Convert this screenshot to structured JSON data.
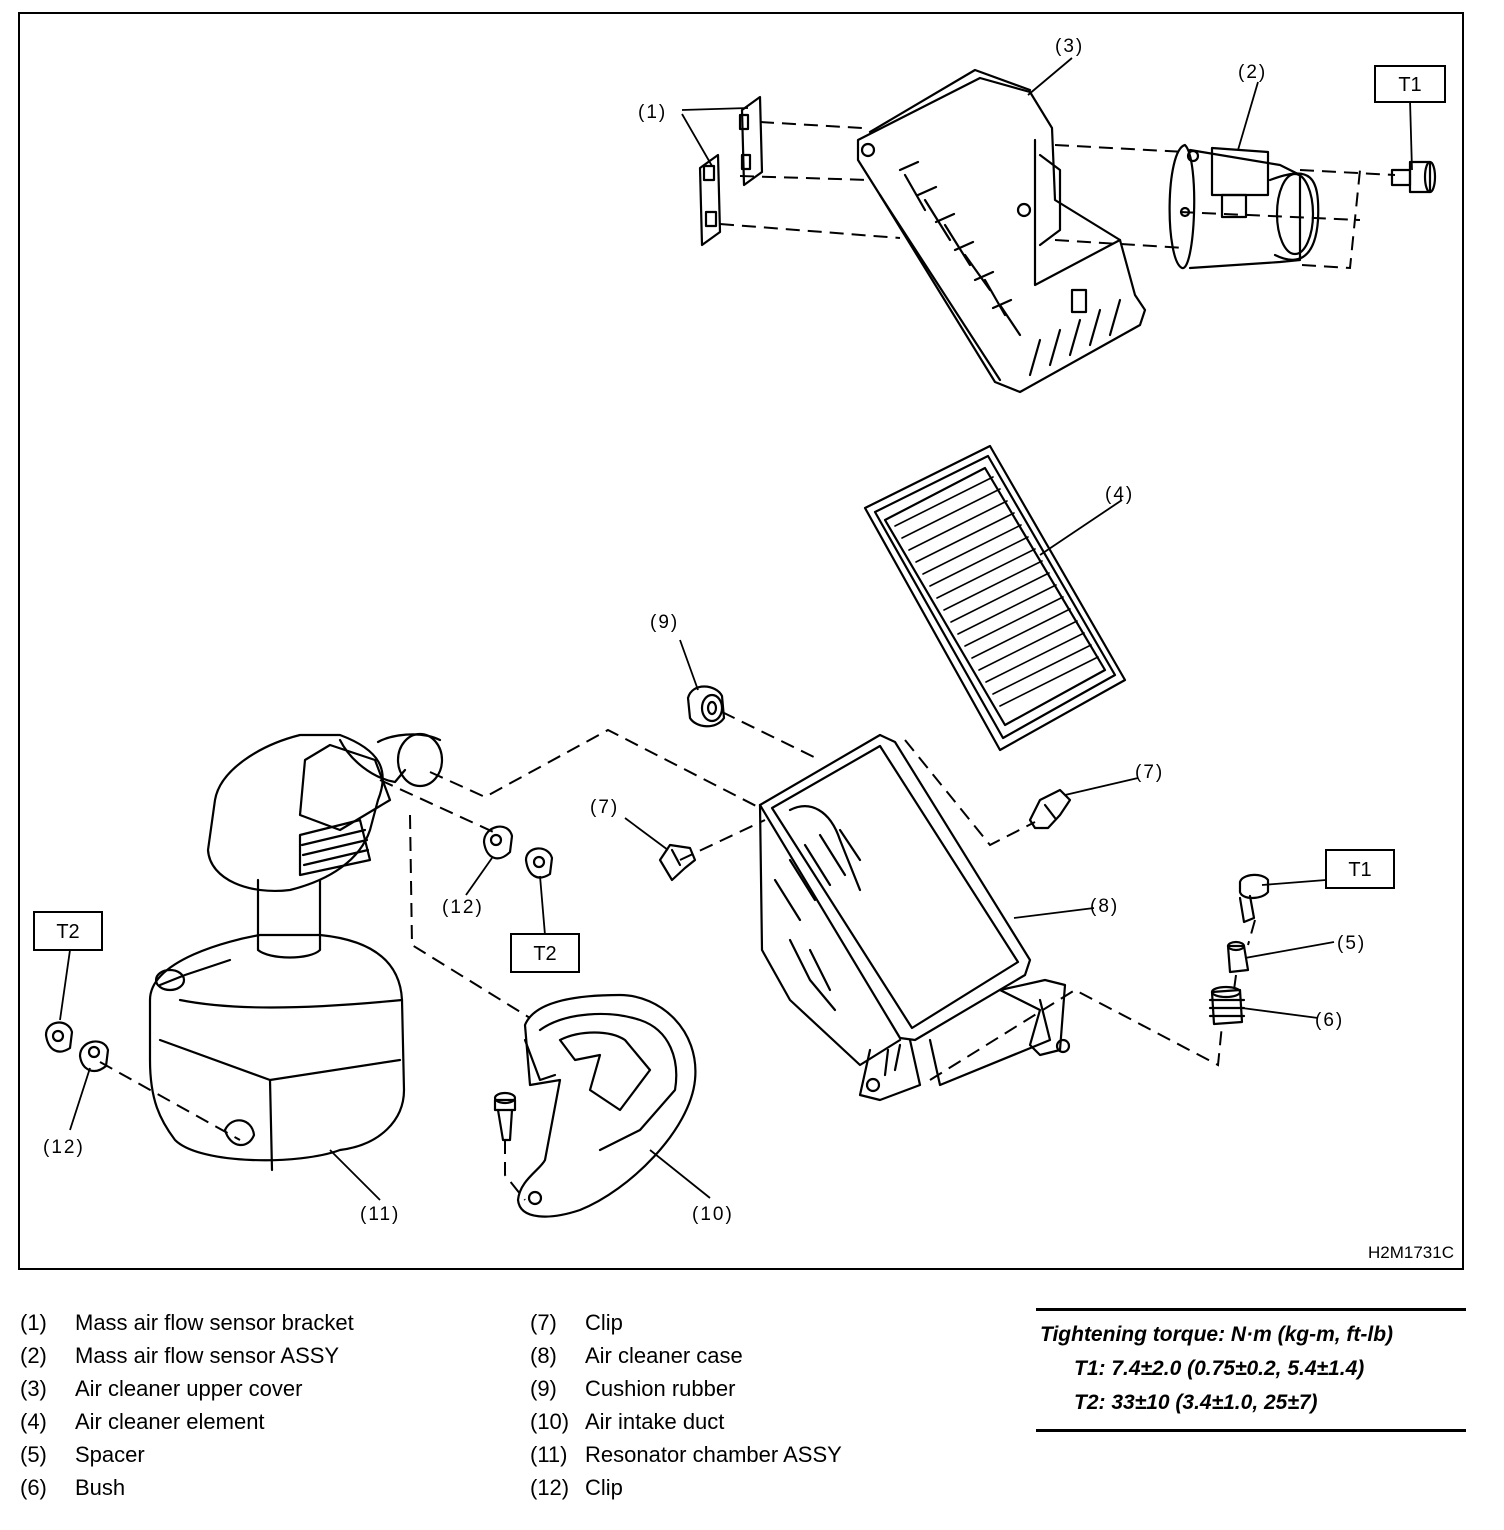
{
  "diagram": {
    "callouts": {
      "c1": "(1)",
      "c2": "(2)",
      "c3": "(3)",
      "c4": "(4)",
      "c5": "(5)",
      "c6": "(6)",
      "c7a": "(7)",
      "c7b": "(7)",
      "c8": "(8)",
      "c9": "(9)",
      "c10": "(10)",
      "c11": "(11)",
      "c12a": "(12)",
      "c12b": "(12)"
    },
    "torque_boxes": {
      "t1_top": "T1",
      "t1_right": "T1",
      "t2_left": "T2",
      "t2_mid": "T2"
    },
    "figure_id": "H2M1731C"
  },
  "legend": {
    "left": [
      {
        "num": "(1)",
        "label": "Mass air flow sensor bracket"
      },
      {
        "num": "(2)",
        "label": "Mass air flow sensor ASSY"
      },
      {
        "num": "(3)",
        "label": "Air cleaner upper cover"
      },
      {
        "num": "(4)",
        "label": "Air cleaner element"
      },
      {
        "num": "(5)",
        "label": "Spacer"
      },
      {
        "num": "(6)",
        "label": "Bush"
      }
    ],
    "right": [
      {
        "num": "(7)",
        "label": "Clip"
      },
      {
        "num": "(8)",
        "label": "Air cleaner case"
      },
      {
        "num": "(9)",
        "label": "Cushion rubber"
      },
      {
        "num": "(10)",
        "label": "Air intake duct"
      },
      {
        "num": "(11)",
        "label": "Resonator chamber ASSY"
      },
      {
        "num": "(12)",
        "label": "Clip"
      }
    ]
  },
  "torque": {
    "title": "Tightening torque: N·m (kg-m, ft-lb)",
    "t1": "T1: 7.4±2.0 (0.75±0.2, 5.4±1.4)",
    "t2": "T2: 33±10 (3.4±1.0, 25±7)"
  }
}
